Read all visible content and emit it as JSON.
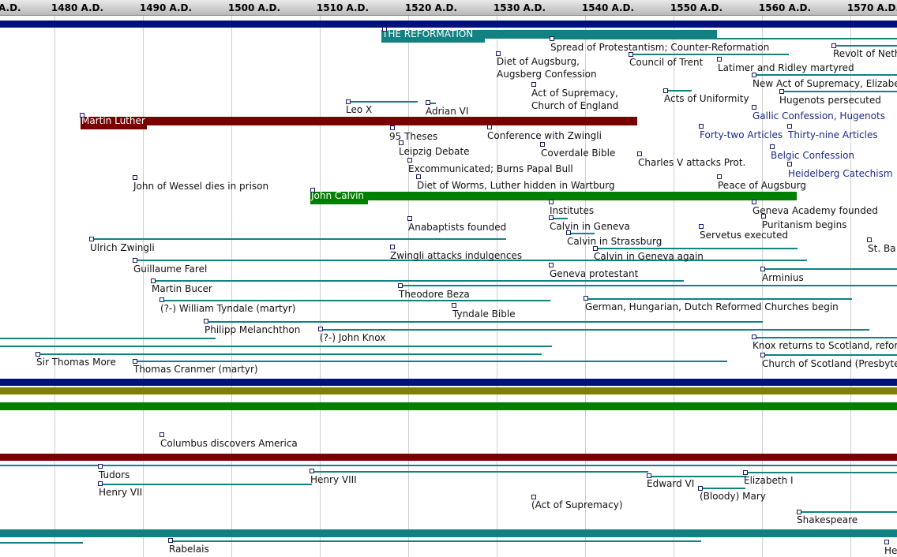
{
  "ruler": [
    "A.D.",
    "1480 A.D.",
    "1490 A.D.",
    "1500 A.D.",
    "1510 A.D.",
    "1520 A.D.",
    "1530 A.D.",
    "1540 A.D.",
    "1550 A.D.",
    "1560 A.D.",
    "1570 A.D."
  ],
  "colors": {
    "navy": "#00127a",
    "teal": "#138181",
    "maroon": "#7a0000",
    "green": "#008000",
    "olive": "#808000",
    "blue_text": "#1a2a8a"
  },
  "bars": {
    "reformation": "THE REFORMATION",
    "luther": "Martin Luther",
    "calvin": "John Calvin"
  },
  "labels": {
    "spread": "Spread of Protestantism; Counter-Reformation",
    "revolt": "Revolt of Neth",
    "augsburg1": "Diet of Augsburg,",
    "augsburg2": "Augsberg Confession",
    "trent": "Council of Trent",
    "latimer": "Latimer and Ridley martyred",
    "newact": "New Act of Supremacy, Elizabe",
    "actsup1": "Act of Supremacy,",
    "actsup2": "Church of England",
    "uniformity": "Acts of Uniformity",
    "hugenots_p": "Hugenots persecuted",
    "leo": "Leo X",
    "adrian": "Adrian VI",
    "gallic": "Gallic Confession, Hugenots",
    "theses": "95 Theses",
    "zwingli_conf": "Conference with Zwingli",
    "forty_two": "Forty-two Articles",
    "thirty_nine": "Thirty-nine Articles",
    "leipzig": "Leipzig Debate",
    "coverdale": "Coverdale Bible",
    "belgic": "Belgic Confession",
    "excomm": "Excommunicated; Burns Papal Bull",
    "charles": "Charles V attacks Prot.",
    "heidelberg": "Heidelberg Catechism",
    "wessel": "John of Wessel dies in prison",
    "worms": "Diet of Worms, Luther hidden in Wartburg",
    "peace": "Peace of Augsburg",
    "institutes": "Institutes",
    "geneva_acad": "Geneva Academy founded",
    "anabaptists": "Anabaptists founded",
    "calvin_geneva": "Calvin in Geneva",
    "puritanism": "Puritanism begins",
    "servetus": "Servetus executed",
    "strassburg": "Calvin in Strassburg",
    "stbar": "St. Ba",
    "ulrich": "Ulrich Zwingli",
    "zwingli_attacks": "Zwingli attacks indulgences",
    "geneva_again": "Calvin in Geneva again",
    "farel": "Guillaume Farel",
    "geneva_prot": "Geneva protestant",
    "arminius": "Arminius",
    "bucer": "Martin Bucer",
    "beza": "Theodore Beza",
    "tyndale": "(?-) William Tyndale (martyr)",
    "german_ref": "German, Hungarian, Dutch Reformed Churches begin",
    "tyndale_bible": "Tyndale Bible",
    "melanchthon": "Philipp Melanchthon",
    "knox": "(?-) John Knox",
    "knox_returns": "Knox returns to Scotland, reform",
    "more": "Sir Thomas More",
    "cranmer": "Thomas Cranmer (martyr)",
    "scotland": "Church of Scotland (Presbyte",
    "columbus": "Columbus discovers America",
    "tudors": "Tudors",
    "henry8": "Henry VIII",
    "edward": "Edward VI",
    "elizabeth": "Elizabeth I",
    "henry7": "Henry VII",
    "mary": "(Bloody) Mary",
    "act_sup_paren": "(Act of Supremacy)",
    "shakespeare": "Shakespeare",
    "rabelais": "Rabelais",
    "he": "He"
  }
}
